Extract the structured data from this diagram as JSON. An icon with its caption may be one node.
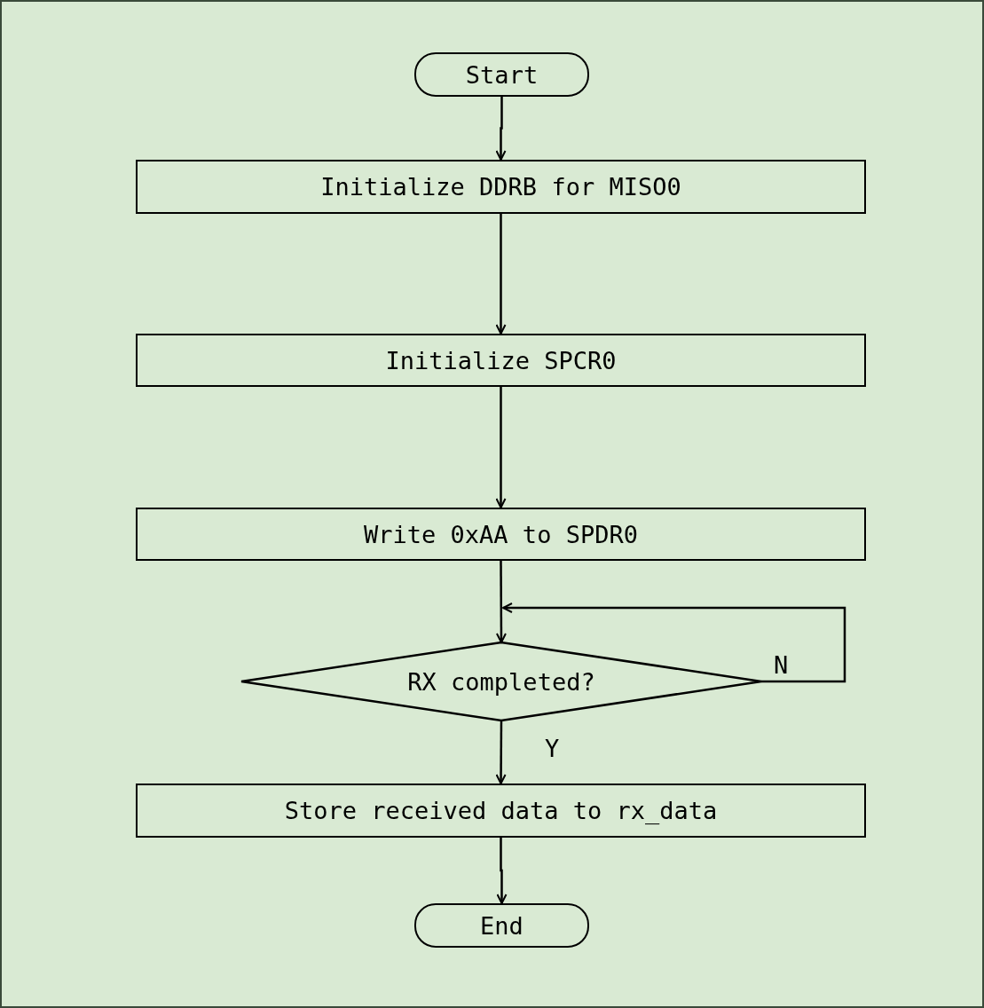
{
  "diagram": {
    "nodes": [
      {
        "text": [
          "Start"
        ]
      },
      {
        "text": [
          "Initialize DDRB for MISO0"
        ]
      },
      {
        "text": [
          "Initialize SPCR0"
        ]
      },
      {
        "text": [
          "Write 0xAA to SPDR0"
        ]
      },
      {
        "text": [
          "RX completed?"
        ]
      },
      {
        "text": [
          "Store received data to rx_data"
        ]
      },
      {
        "text": [
          "End"
        ]
      }
    ],
    "edges": [
      {
        "from": 0,
        "to": 1,
        "arrow": "to"
      },
      {
        "from": 1,
        "to": 2,
        "arrow": "to"
      },
      {
        "from": 2,
        "to": 3,
        "arrow": "to"
      },
      {
        "from": 3,
        "to": 4,
        "arrow": "to"
      },
      {
        "from": 4,
        "to": 4,
        "arrow": "to",
        "label": "N"
      },
      {
        "from": 4,
        "to": 5,
        "arrow": "to",
        "label": "Y"
      },
      {
        "from": 5,
        "to": 6,
        "arrow": "to"
      }
    ]
  }
}
